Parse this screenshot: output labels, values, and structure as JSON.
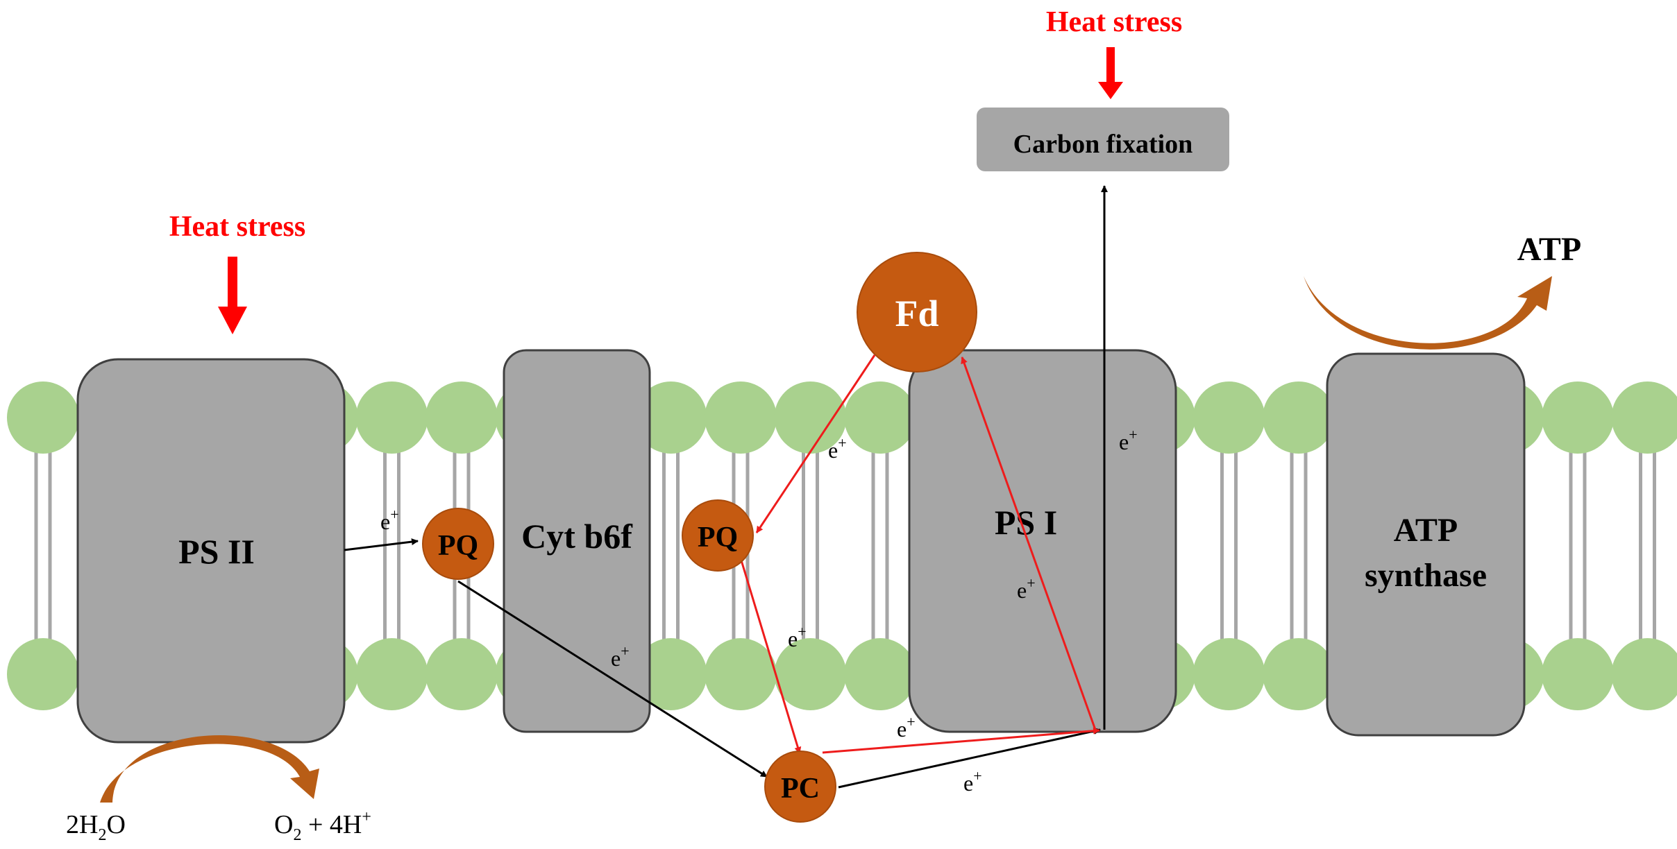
{
  "colors": {
    "lipid_head": "#a9d18e",
    "lipid_tail": "#a6a6a6",
    "complex_fill": "#a6a6a6",
    "complex_stroke": "#404040",
    "carrier_fill": "#c55a11",
    "carrier_stroke": "#a84b0c",
    "heat_red": "#ff0000",
    "electron_red": "#ee1c1c",
    "electron_black": "#000000",
    "curved_arrow": "#b85d16"
  },
  "labels": {
    "heat_stress_left": "Heat stress",
    "heat_stress_right": "Heat stress",
    "carbon_fixation": "Carbon fixation",
    "ps2": "PS II",
    "cyt": "Cyt b6f",
    "ps1": "PS I",
    "atp_synthase_line1": "ATP",
    "atp_synthase_line2": "synthase",
    "atp_out": "ATP",
    "pq1": "PQ",
    "pq2": "PQ",
    "pc": "PC",
    "fd": "Fd",
    "water_main": "2H",
    "water_sub": "2",
    "water_tail": "O",
    "oxygen_main": "O",
    "oxygen_sub": "2",
    "oxygen_tail": " +  4H",
    "oxygen_sup": "+",
    "electron_base": "e",
    "electron_sup": "+"
  },
  "icons": [
    "heat-arrow-icon",
    "curved-arrow-icon",
    "electron-arrow-icon"
  ]
}
